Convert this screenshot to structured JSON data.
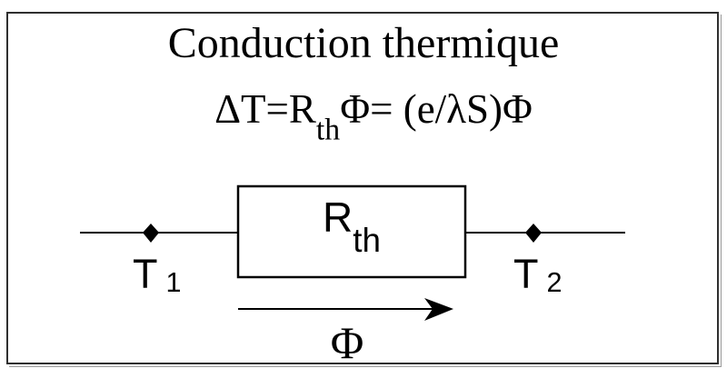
{
  "colors": {
    "ink": "#000000",
    "background": "#ffffff",
    "frame_border": "#2f2f2f",
    "frame_shadow": "#9b9b9b"
  },
  "title": "Conduction thermique",
  "formula": {
    "lhs": "ΔT=R",
    "subscript": "th",
    "rhs": "Φ= (e/λS)Φ"
  },
  "diagram": {
    "resistor": {
      "base": "R",
      "subscript": "th"
    },
    "left_node": {
      "base": "T",
      "subscript": "1"
    },
    "right_node": {
      "base": "T",
      "subscript": "2"
    },
    "flux": "Φ"
  }
}
